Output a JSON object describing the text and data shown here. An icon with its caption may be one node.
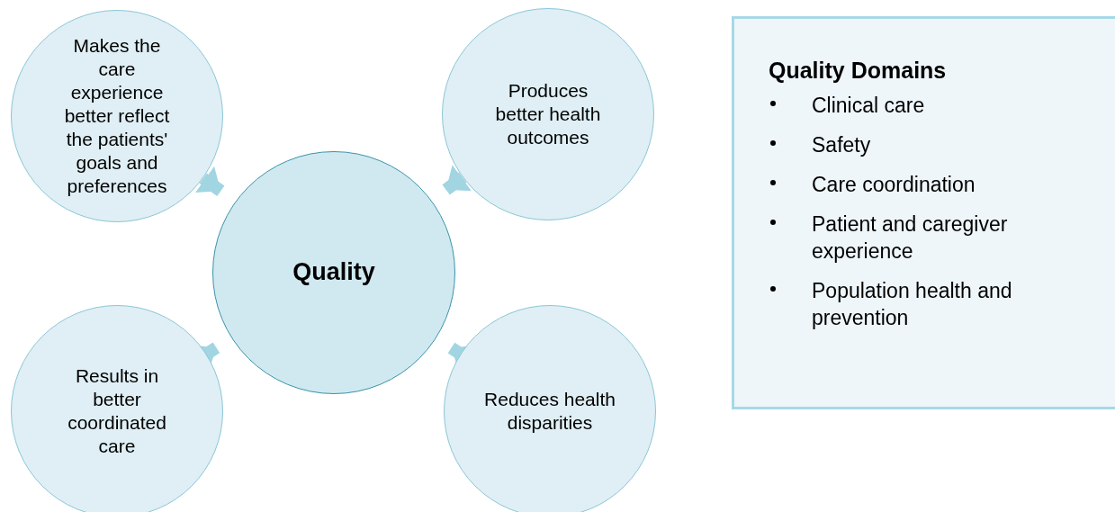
{
  "diagram": {
    "nodes": [
      {
        "text": [
          "Makes the care experience better reflect the patients' goals and preferences"
        ]
      },
      {
        "text": [
          "Produces better health outcomes"
        ]
      },
      {
        "text": [
          "Quality"
        ]
      },
      {
        "text": [
          "Results in better coordinated care"
        ]
      },
      {
        "text": [
          "Reduces health disparities"
        ]
      },
      {
        "text": [
          "Quality Domains",
          "Clinical care",
          "Safety",
          "Care coordination",
          "Patient and caregiver experience",
          "Population health and prevention"
        ]
      }
    ],
    "edges": [
      {
        "from": 0,
        "to": 2,
        "arrow": "to"
      },
      {
        "from": 1,
        "to": 2,
        "arrow": "to"
      },
      {
        "from": 3,
        "to": 2,
        "arrow": "to"
      },
      {
        "from": 4,
        "to": 2,
        "arrow": "to"
      }
    ]
  }
}
